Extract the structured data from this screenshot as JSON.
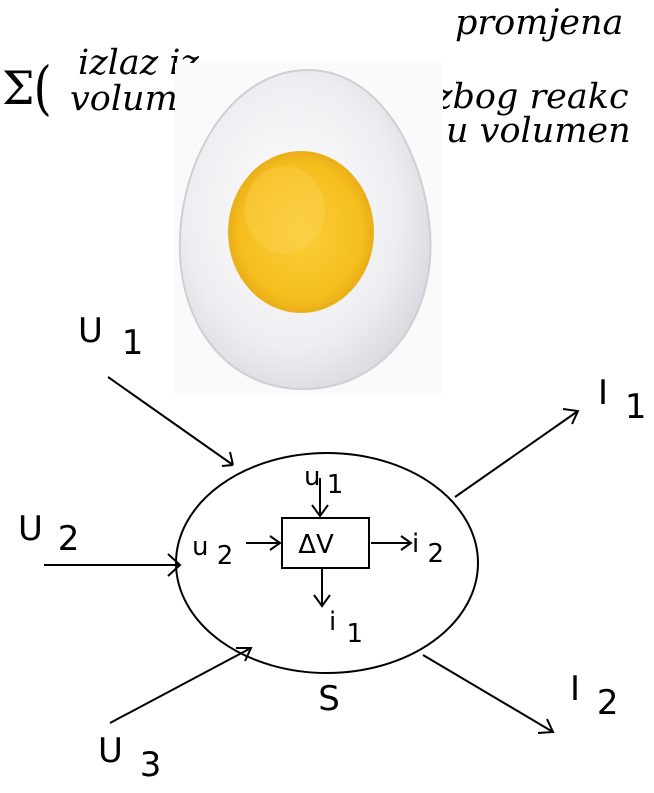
{
  "equation": {
    "sigma": "Σ",
    "left_line1": "izlaz iz",
    "left_line2": "volum",
    "right_line1": "promjena",
    "right_line2": "zbog reakc",
    "right_line3": "u volumen"
  },
  "photo": {
    "subject": "boiled egg cut in half",
    "white_color": "#f1f1f3",
    "yolk_color": "#f6be1e"
  },
  "diagram": {
    "inputs": [
      {
        "letter": "U",
        "sub": "1"
      },
      {
        "letter": "U",
        "sub": "2"
      },
      {
        "letter": "U",
        "sub": "3"
      }
    ],
    "outputs": [
      {
        "letter": "I",
        "sub": "1"
      },
      {
        "letter": "I",
        "sub": "2"
      }
    ],
    "inner_inputs": [
      {
        "letter": "u",
        "sub": "1"
      },
      {
        "letter": "u",
        "sub": "2"
      }
    ],
    "inner_outputs": [
      {
        "letter": "i",
        "sub": "1"
      },
      {
        "letter": "i",
        "sub": "2"
      }
    ],
    "box_label": "ΔV",
    "surface_label": "S"
  }
}
